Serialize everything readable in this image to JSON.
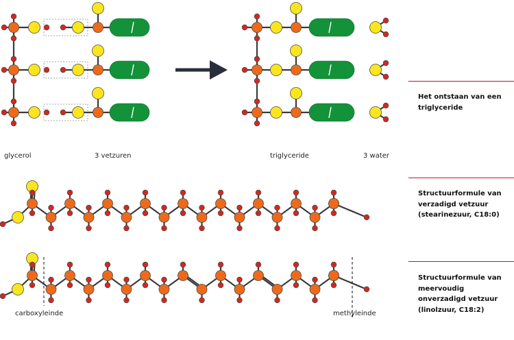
{
  "labels": {
    "glycerol": "glycerol",
    "fatty_acids": "3 vetzuren",
    "triglyceride": "triglyceride",
    "water": "3 water",
    "carboxyl_end": "carboxyleinde",
    "methyl_end": "methyleinde"
  },
  "captions": {
    "formation": "Het ontstaan van een triglyceride",
    "saturated": "Structuurformule van verzadigd vetzuur (stearinezuur, C18:0)",
    "unsaturated": "Structuurformule van meervoudig onverzadigd vetzuur (linolzuur, C18:2)"
  },
  "colors": {
    "carbon": "#ee6a1a",
    "oxygen": "#fbe51e",
    "hydrogen": "#d9251d",
    "chain": "#13923a",
    "arrow": "#2a2e3c",
    "rule": "#c8102e"
  }
}
